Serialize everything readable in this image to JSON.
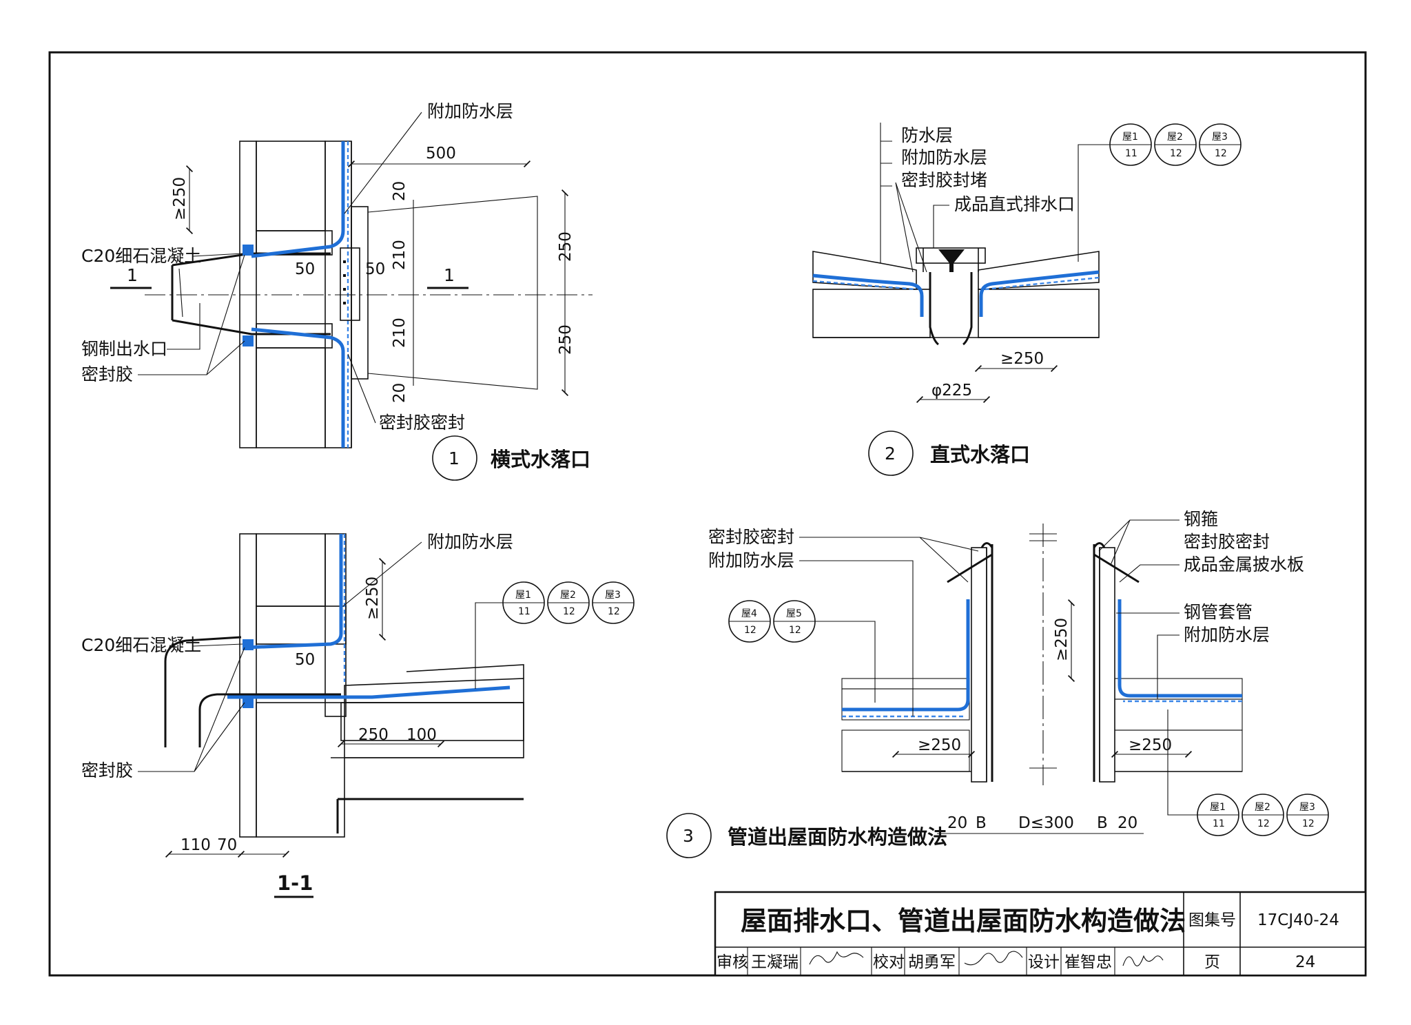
{
  "drawing_number": "17CJ40-24",
  "title_block": {
    "title": "屋面排水口、管道出屋面防水构造做法",
    "atlas_no_label": "图集号",
    "atlas_no": "17CJ40-24",
    "page_label": "页",
    "page_no": "24",
    "review_label": "审核",
    "reviewer": "王凝瑞",
    "check_label": "校对",
    "checker": "胡勇军",
    "design_label": "设计",
    "designer": "崔智忠"
  },
  "detail1": {
    "num": "1",
    "caption": "横式水落口",
    "labels": {
      "extra_layer": "附加防水层",
      "concrete": "C20细石混凝土",
      "outlet": "钢制出水口",
      "sealant": "密封胶",
      "sealant_seal": "密封胶密封"
    },
    "section_mark": "1",
    "dims": {
      "d500": "500",
      "dge250": "≥250",
      "d20a": "20",
      "d210a": "210",
      "d50a": "50",
      "d50b": "50",
      "d210b": "210",
      "d20b": "20",
      "d250a": "250",
      "d250b": "250"
    }
  },
  "section11": {
    "title": "1-1",
    "labels": {
      "extra_layer": "附加防水层",
      "concrete": "C20细石混凝土",
      "sealant": "密封胶"
    },
    "tags": [
      {
        "top": "屋1",
        "bottom": "11"
      },
      {
        "top": "屋2",
        "bottom": "12"
      },
      {
        "top": "屋3",
        "bottom": "12"
      }
    ],
    "dims": {
      "dge250": "≥250",
      "d50": "50",
      "d250": "250",
      "d100": "100",
      "d110": "110",
      "d70": "70"
    }
  },
  "detail2": {
    "num": "2",
    "caption": "直式水落口",
    "labels": {
      "waterproof": "防水层",
      "extra_layer": "附加防水层",
      "sealant_plug": "密封胶封堵",
      "outlet": "成品直式排水口"
    },
    "tags": [
      {
        "top": "屋1",
        "bottom": "11"
      },
      {
        "top": "屋2",
        "bottom": "12"
      },
      {
        "top": "屋3",
        "bottom": "12"
      }
    ],
    "dims": {
      "dge250": "≥250",
      "dia": "φ225"
    }
  },
  "detail3": {
    "num": "3",
    "caption": "管道出屋面防水构造做法",
    "labels": {
      "sealant_seal": "密封胶密封",
      "extra_layer_l": "附加防水层",
      "steel_hoop": "钢箍",
      "sealant_seal_r": "密封胶密封",
      "metal_flashing": "成品金属披水板",
      "steel_sleeve": "钢管套管",
      "extra_layer_r": "附加防水层"
    },
    "tags_left": [
      {
        "top": "屋4",
        "bottom": "12"
      },
      {
        "top": "屋5",
        "bottom": "12"
      }
    ],
    "tags_right": [
      {
        "top": "屋1",
        "bottom": "11"
      },
      {
        "top": "屋2",
        "bottom": "12"
      },
      {
        "top": "屋3",
        "bottom": "12"
      }
    ],
    "dims": {
      "dge250_v": "≥250",
      "dge250_l": "≥250",
      "dge250_r": "≥250",
      "d20a": "20",
      "dB_a": "B",
      "dD": "D≤300",
      "dB_b": "B",
      "d20b": "20"
    }
  },
  "colors": {
    "waterproof_blue": "#1f6fd6",
    "line": "#111111"
  }
}
